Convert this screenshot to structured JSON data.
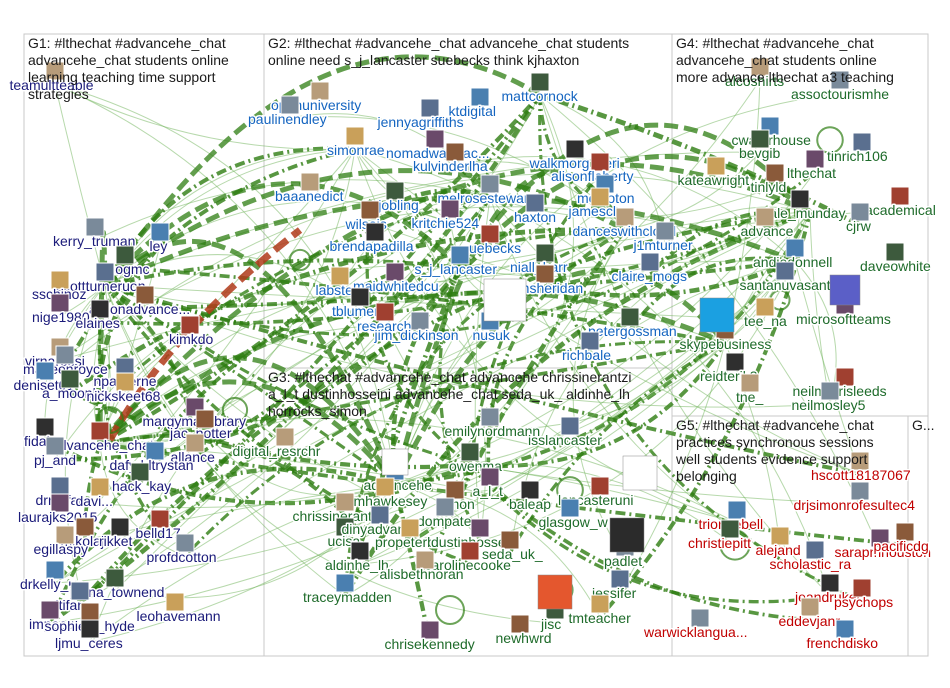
{
  "colors": {
    "edge": "#2e7d12",
    "edge_light": "#6fb35a",
    "edge_red": "#b03a1a",
    "g1": "#1b1b7a",
    "g2": "#1565c0",
    "g3": "#1e6b2a",
    "g4": "#1e6b2a",
    "g5": "#c00000",
    "box": "#c8c8c8"
  },
  "groups": [
    {
      "id": "g1",
      "lines": [
        "G1: #lthechat #advancehe_chat",
        "advancehe_chat students online",
        "learning teaching time support",
        "strategies"
      ]
    },
    {
      "id": "g2",
      "lines": [
        "G2: #lthechat #advancehe_chat advancehe_chat students",
        "online need s_j_lancaster suebecks think kjhaxton"
      ]
    },
    {
      "id": "g3",
      "lines": [
        "G3: #lthechat #advancehe_chat advancehe chrissinerantzi",
        "a_l_t dustinhosseini advancehe_chat seda_uk_ aldinhe_lh",
        "horrocks_simon"
      ]
    },
    {
      "id": "g4",
      "lines": [
        "G4: #lthechat #advancehe_chat",
        "advancehe_chat students online",
        "more advance lthechat a3 teaching"
      ]
    },
    {
      "id": "g5",
      "lines": [
        "G5: #lthechat #advancehe_chat",
        "practices synchronous sessions",
        "well students evidence support",
        "belonging"
      ]
    },
    {
      "id": "g6",
      "lines": [
        "G..."
      ]
    }
  ],
  "nodes": {
    "g1": [
      "teamultteable",
      "kerry_truman",
      "ley",
      "uogmc",
      "scottturneruon",
      "sschinoz",
      "nige1980",
      "alisonadvance...",
      "elaines",
      "kimkdo",
      "virnarossi",
      "marieenroyce",
      "deniset01",
      "a_moonbe",
      "nparkerne",
      "nickskeet68",
      "margymaclibrary",
      "jac_potter",
      "fidais",
      "advancehe_chat",
      "allance",
      "pj_and",
      "dafyddtrystan",
      "hack_kay",
      "drmyfan",
      "davi...",
      "laurajks2015",
      "mikolaj",
      "rikket",
      "belld17",
      "egillaspy",
      "profdcotton",
      "drkelly_ps",
      "jenna_townend",
      "yitifanyc",
      "leohavemann",
      "impecu",
      "sophie_l_hyde",
      "ljmu_ceres"
    ],
    "g2": [
      "openuniversity",
      "paulinendley",
      "ktdigital",
      "mattcornock",
      "jennyagriffiths",
      "simonrae",
      "nomadwarmac...",
      "kulvinderlha",
      "walkmorg_ceri",
      "alisonflaherty",
      "baaanedict",
      "melrosestewart1",
      "mofsoton",
      "cpjobling",
      "haxton",
      "jamesclay",
      "kritchie524",
      "wilsojs",
      "brendapadilla",
      "suebecks",
      "danceswithcloud",
      "j1mturner",
      "s_j_lancaster",
      "niall_barr",
      "claire_mogs",
      "labster",
      "maidwhitedcu",
      "dmsheridan",
      "tblumens",
      "research",
      "nus",
      "jim_dickinson",
      "nusuk",
      "petergossman",
      "richbale"
    ],
    "g3": [
      "digital_resrchr",
      "emilynordmann",
      "advancehe",
      "owenma",
      "isslancaster",
      "mhawkesey",
      "a_l_t",
      "simon",
      "baleap",
      "lancasteruni",
      "chrissinerantzi",
      "dompates",
      "glasgow_w",
      "ucisa",
      "dinyadvance",
      "propeterbl",
      "dustinhosseini",
      "seda_uk_",
      "aldinhe_lh",
      "carolinecooke",
      "alisbethnoran",
      "padlet",
      "traceymadden",
      "jisc",
      "jessifer",
      "tmteacher",
      "chrisekennedy",
      "newhwrd"
    ],
    "g4": [
      "alcoshirts",
      "assoctourismhe",
      "cwaterhouse",
      "bevgib",
      "tinrich106",
      "kateawright",
      "lthechat",
      "tinlyld",
      "dale_munday",
      "academical",
      "advance",
      "cjrw",
      "andiedonnell",
      "daveowhite",
      "santanuvasant",
      "tee_na",
      "microsoftteams",
      "skypebusiness",
      "reidterik3",
      "neilmorrisleeds",
      "tne_",
      "neilmosley5"
    ],
    "g5": [
      "hscott18187067",
      "drjsimonrofesultec4",
      "trionaebell",
      "christiepitt",
      "scholastic_ra",
      "alejand",
      "sarapmhouston",
      "pacificdg",
      "jeandruker",
      "psychops",
      "eddevjanr",
      "warwicklangua...",
      "frenchdisko"
    ]
  }
}
